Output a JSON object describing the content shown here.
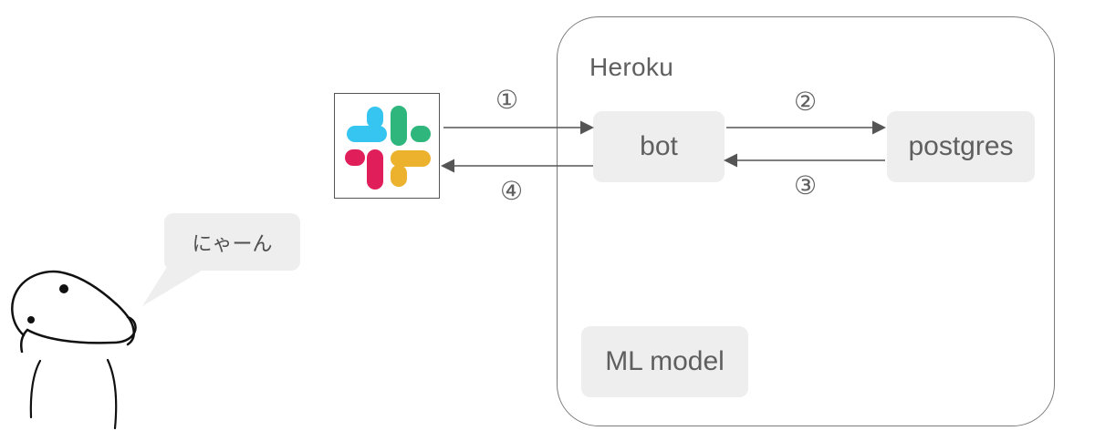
{
  "heroku": {
    "label": "Heroku"
  },
  "nodes": {
    "bot": "bot",
    "postgres": "postgres",
    "ml_model": "ML model"
  },
  "steps": {
    "step1": "①",
    "step2": "②",
    "step3": "③",
    "step4": "④"
  },
  "speech": {
    "text": "にゃーん"
  },
  "icons": {
    "slack": "slack-icon",
    "person": "person-icon"
  },
  "colors": {
    "slack_blue": "#36C5F0",
    "slack_green": "#2EB67D",
    "slack_yellow": "#ECB22E",
    "slack_red": "#E01E5A",
    "node_fill": "#EEEEEE",
    "frame_stroke": "#7B7B7B"
  }
}
